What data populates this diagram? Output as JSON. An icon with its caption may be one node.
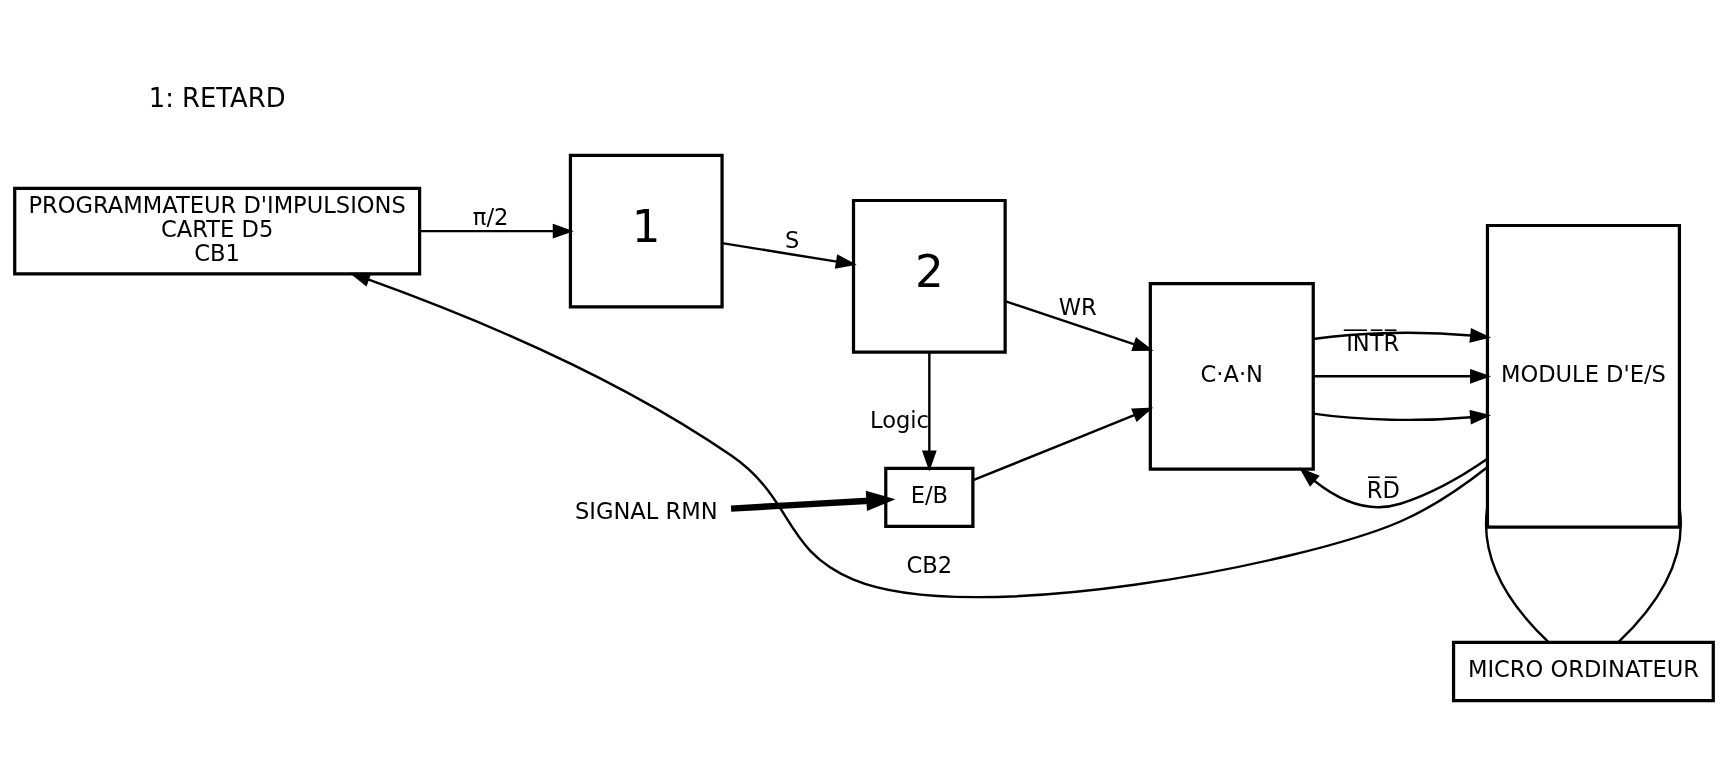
{
  "diagram": {
    "nodes": [
      {
        "text": [
          "PROGRAMMATEUR D'IMPULSIONS",
          "CARTE D5",
          "CB1"
        ]
      },
      {
        "text": [
          "1"
        ]
      },
      {
        "text": [
          "2"
        ]
      },
      {
        "text": [
          "C·A·N"
        ]
      },
      {
        "text": [
          "E/B"
        ]
      },
      {
        "text": [
          "MODULE D'E/S"
        ]
      },
      {
        "text": [
          "MICRO ORDINATEUR"
        ]
      },
      {
        "text": [
          "SIGNAL RMN"
        ]
      }
    ],
    "edges": [
      {
        "from": 0,
        "to": 1,
        "arrow": "to",
        "label": "π/2"
      },
      {
        "from": 1,
        "to": 2,
        "arrow": "to",
        "label": "S"
      },
      {
        "from": 2,
        "to": 3,
        "arrow": "to",
        "label": "WR"
      },
      {
        "from": 5,
        "to": 3,
        "arrow": "to",
        "label": "R̅D̅"
      },
      {
        "from": 3,
        "to": 5,
        "arrow": "to"
      },
      {
        "from": 3,
        "to": 5,
        "arrow": "to"
      },
      {
        "from": 3,
        "to": 5,
        "arrow": "to",
        "label": "I̅N̅T̅R̅"
      },
      {
        "from": 2,
        "to": 4,
        "arrow": "to",
        "label": "Logic"
      },
      {
        "from": 4,
        "to": 3,
        "arrow": "to"
      },
      {
        "from": 7,
        "to": 4,
        "arrow": "to",
        "style": "thick"
      },
      {
        "from": 5,
        "to": 0,
        "arrow": "to",
        "label": "CB2"
      },
      {
        "from": 5,
        "to": 6,
        "arrow": "none"
      },
      {
        "from": 5,
        "to": 6,
        "arrow": "none"
      }
    ],
    "labels": [
      "1: RETARD"
    ]
  }
}
